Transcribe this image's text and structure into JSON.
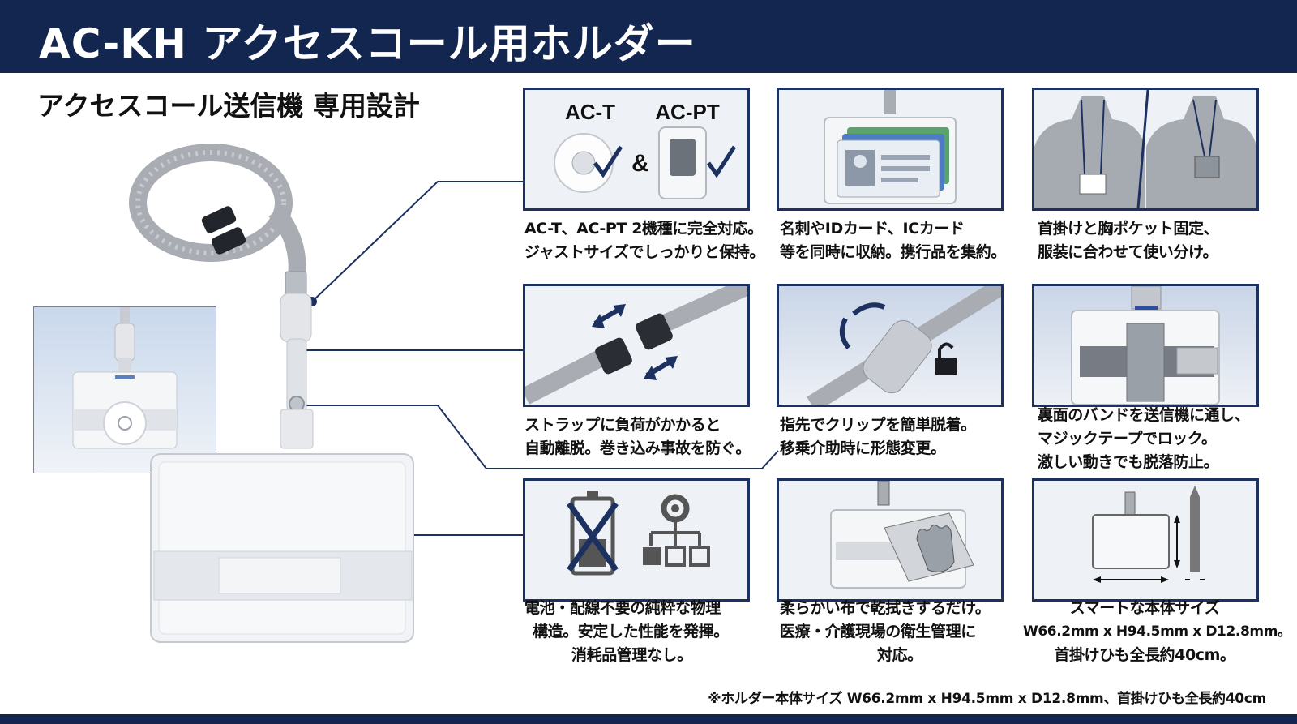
{
  "header": {
    "title": "AC-KH アクセスコール用ホルダー"
  },
  "subtitle": "アクセスコール送信機 専用設計",
  "panels": [
    {
      "id": "compat",
      "labels": [
        "AC-T",
        "AC-PT",
        "&"
      ],
      "caption": [
        "AC-T、AC-PT 2機種に完全対応。",
        "ジャストサイズでしっかりと保持。"
      ]
    },
    {
      "id": "cards",
      "caption": [
        "名刺やIDカード、ICカード",
        "等を同時に収納。携行品を集約。"
      ]
    },
    {
      "id": "wear",
      "caption": [
        "首掛けと胸ポケット固定、",
        "服装に合わせて使い分け。"
      ]
    },
    {
      "id": "breakaway",
      "caption": [
        "ストラップに負荷がかかると",
        "自動離脱。巻き込み事故を防ぐ。"
      ]
    },
    {
      "id": "clip",
      "caption": [
        "指先でクリップを簡単脱着。",
        "移乗介助時に形態変更。"
      ]
    },
    {
      "id": "band",
      "caption": [
        "裏面のバンドを送信機に通し、",
        "マジックテープでロック。",
        "激しい動きでも脱落防止。"
      ]
    },
    {
      "id": "no-battery",
      "caption": [
        "電池・配線不要の純粋な物理",
        "構造。安定した性能を発揮。",
        "消耗品管理なし。"
      ]
    },
    {
      "id": "hygiene",
      "caption": [
        "柔らかい布で乾拭きするだけ。",
        "医療・介護現場の衛生管理に",
        "対応。"
      ]
    },
    {
      "id": "size",
      "caption": [
        "スマートな本体サイズ",
        "W66.2mm x H94.5mm x D12.8mm。",
        "首掛けひも全長約40cm。"
      ]
    }
  ],
  "footnote": "※ホルダー本体サイズ W66.2mm x H94.5mm x D12.8mm、首掛けひも全長約40cm",
  "colors": {
    "navy": "#13264f",
    "panel_border": "#1d3161",
    "strap_gray": "#a9adb3"
  }
}
